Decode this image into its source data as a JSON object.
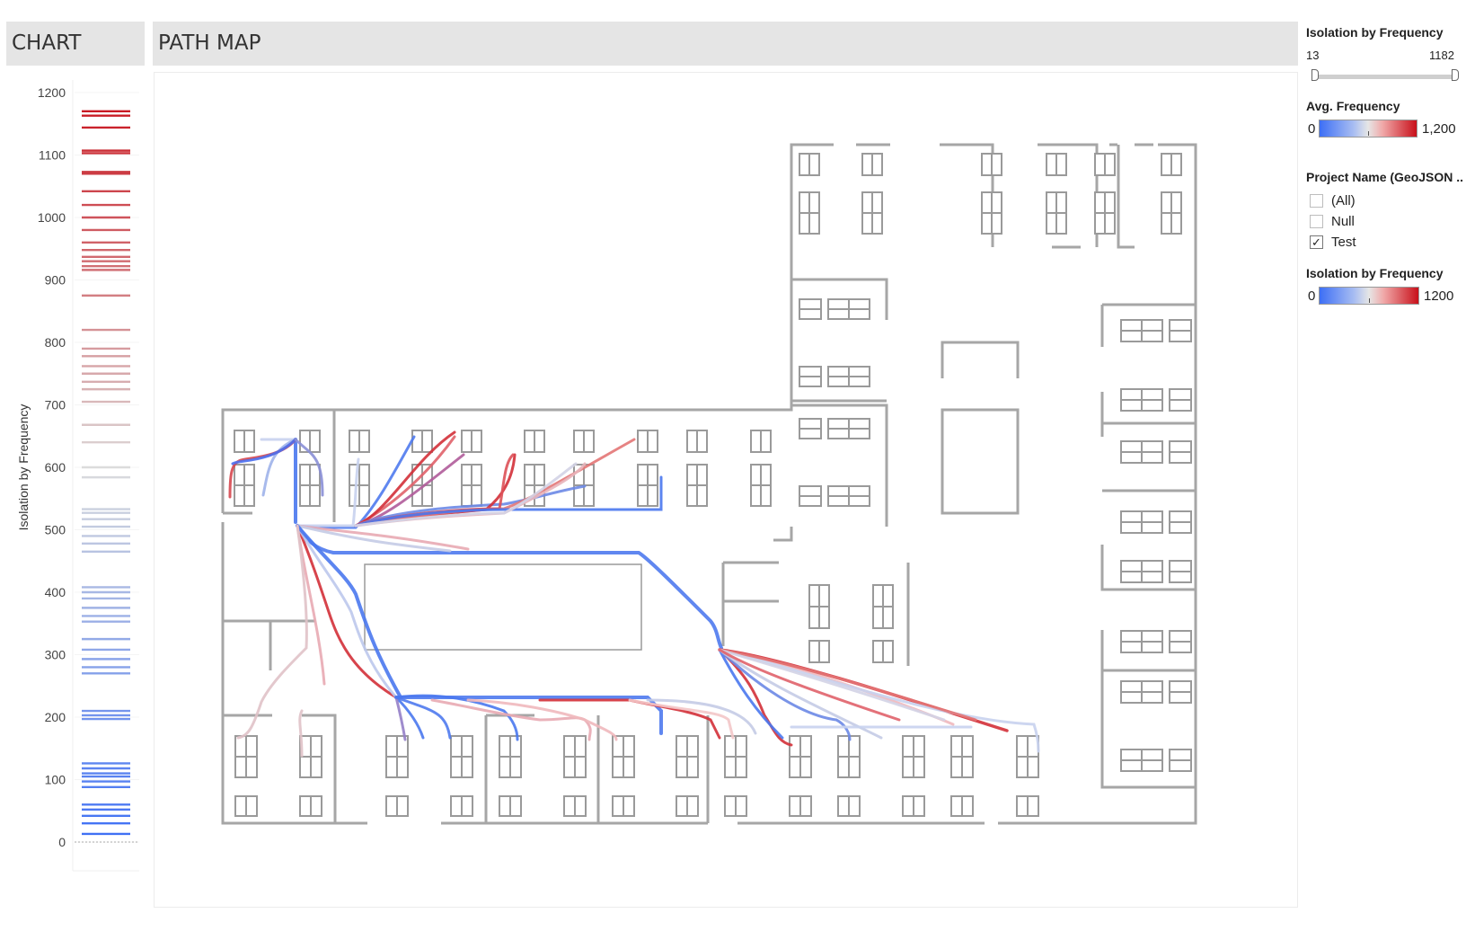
{
  "headers": {
    "chart": "CHART",
    "map": "PATH MAP"
  },
  "legend": {
    "iso_filter_title": "Isolation by Frequency",
    "iso_filter_min": "13",
    "iso_filter_max": "1182",
    "avg_freq_title": "Avg. Frequency",
    "avg_freq_min": "0",
    "avg_freq_max": "1,200",
    "project_title": "Project Name (GeoJSON ..",
    "project_options": [
      {
        "label": "(All)",
        "checked": false
      },
      {
        "label": "Null",
        "checked": false
      },
      {
        "label": "Test",
        "checked": true
      }
    ],
    "iso_color_title": "Isolation by Frequency",
    "iso_color_min": "0",
    "iso_color_max": "1200",
    "gradient_colors": [
      "#3d6ff5",
      "#e6e6e6",
      "#c8101a"
    ]
  },
  "chart_data": {
    "type": "strip",
    "ylabel": "Isolation by Frequency",
    "ylim": [
      0,
      1200
    ],
    "yticks": [
      0,
      100,
      200,
      300,
      400,
      500,
      600,
      700,
      800,
      900,
      1000,
      1100,
      1200
    ],
    "values": [
      13,
      30,
      42,
      52,
      60,
      88,
      97,
      105,
      110,
      118,
      126,
      197,
      203,
      210,
      270,
      280,
      293,
      308,
      325,
      353,
      362,
      375,
      390,
      400,
      408,
      465,
      478,
      490,
      505,
      517,
      527,
      533,
      584,
      600,
      640,
      668,
      705,
      725,
      737,
      750,
      762,
      778,
      790,
      820,
      875,
      916,
      922,
      930,
      937,
      948,
      960,
      980,
      1000,
      1020,
      1042,
      1070,
      1073,
      1103,
      1107,
      1144,
      1163,
      1170
    ],
    "color_scale": {
      "min": 0,
      "max": 1200,
      "low": "#3d6ff5",
      "mid": "#dcdcdc",
      "high": "#c8101a"
    }
  }
}
